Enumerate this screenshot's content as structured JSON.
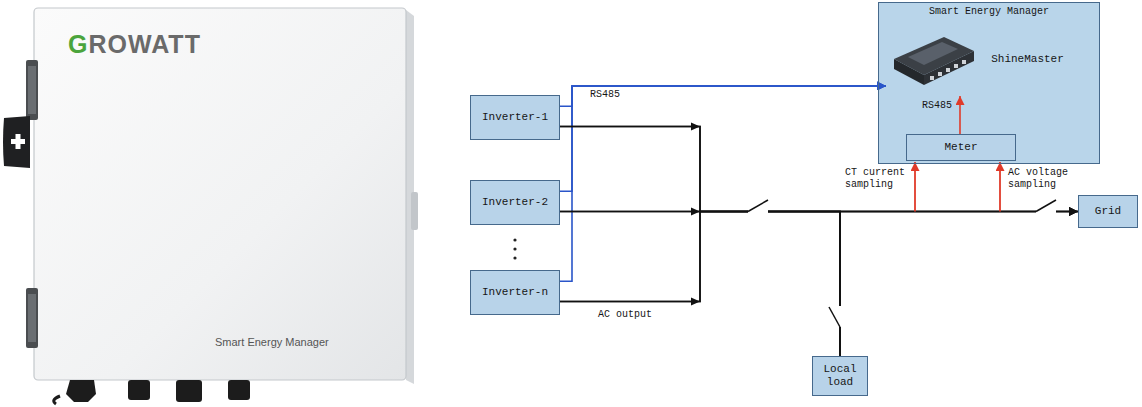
{
  "diagram": {
    "nodes": [
      {
        "text": [
          "Inverter-1"
        ]
      },
      {
        "text": [
          "Inverter-2"
        ]
      },
      {
        "text": [
          "Inverter-n"
        ]
      },
      {
        "text": [
          "Smart Energy Manager"
        ]
      },
      {
        "text": [
          "ShineMaster"
        ],
        "in": 3
      },
      {
        "text": [
          "Meter"
        ],
        "in": 3
      },
      {
        "text": [
          "Local load"
        ]
      },
      {
        "text": [
          "Grid"
        ]
      }
    ],
    "edges": [
      {
        "from": 0,
        "to": 4,
        "arrow": "to",
        "label": "RS485"
      },
      {
        "from": 1,
        "to": 4,
        "arrow": "to"
      },
      {
        "from": 2,
        "to": 4,
        "arrow": "to"
      },
      {
        "from": 5,
        "to": 4,
        "arrow": "to",
        "label": "RS485"
      },
      {
        "from": 0,
        "to": 7,
        "arrow": "to"
      },
      {
        "from": 1,
        "to": 7,
        "arrow": "to"
      },
      {
        "from": 2,
        "to": 7,
        "arrow": "to"
      },
      {
        "from": 0,
        "to": 6,
        "arrow": "none"
      },
      {
        "from": 1,
        "to": 6,
        "arrow": "none"
      },
      {
        "from": 2,
        "to": 6,
        "arrow": "none"
      }
    ],
    "labels": [
      "GROWATT",
      "Smart Energy Manager",
      "CT current sampling",
      "AC voltage sampling",
      "AC output"
    ]
  }
}
